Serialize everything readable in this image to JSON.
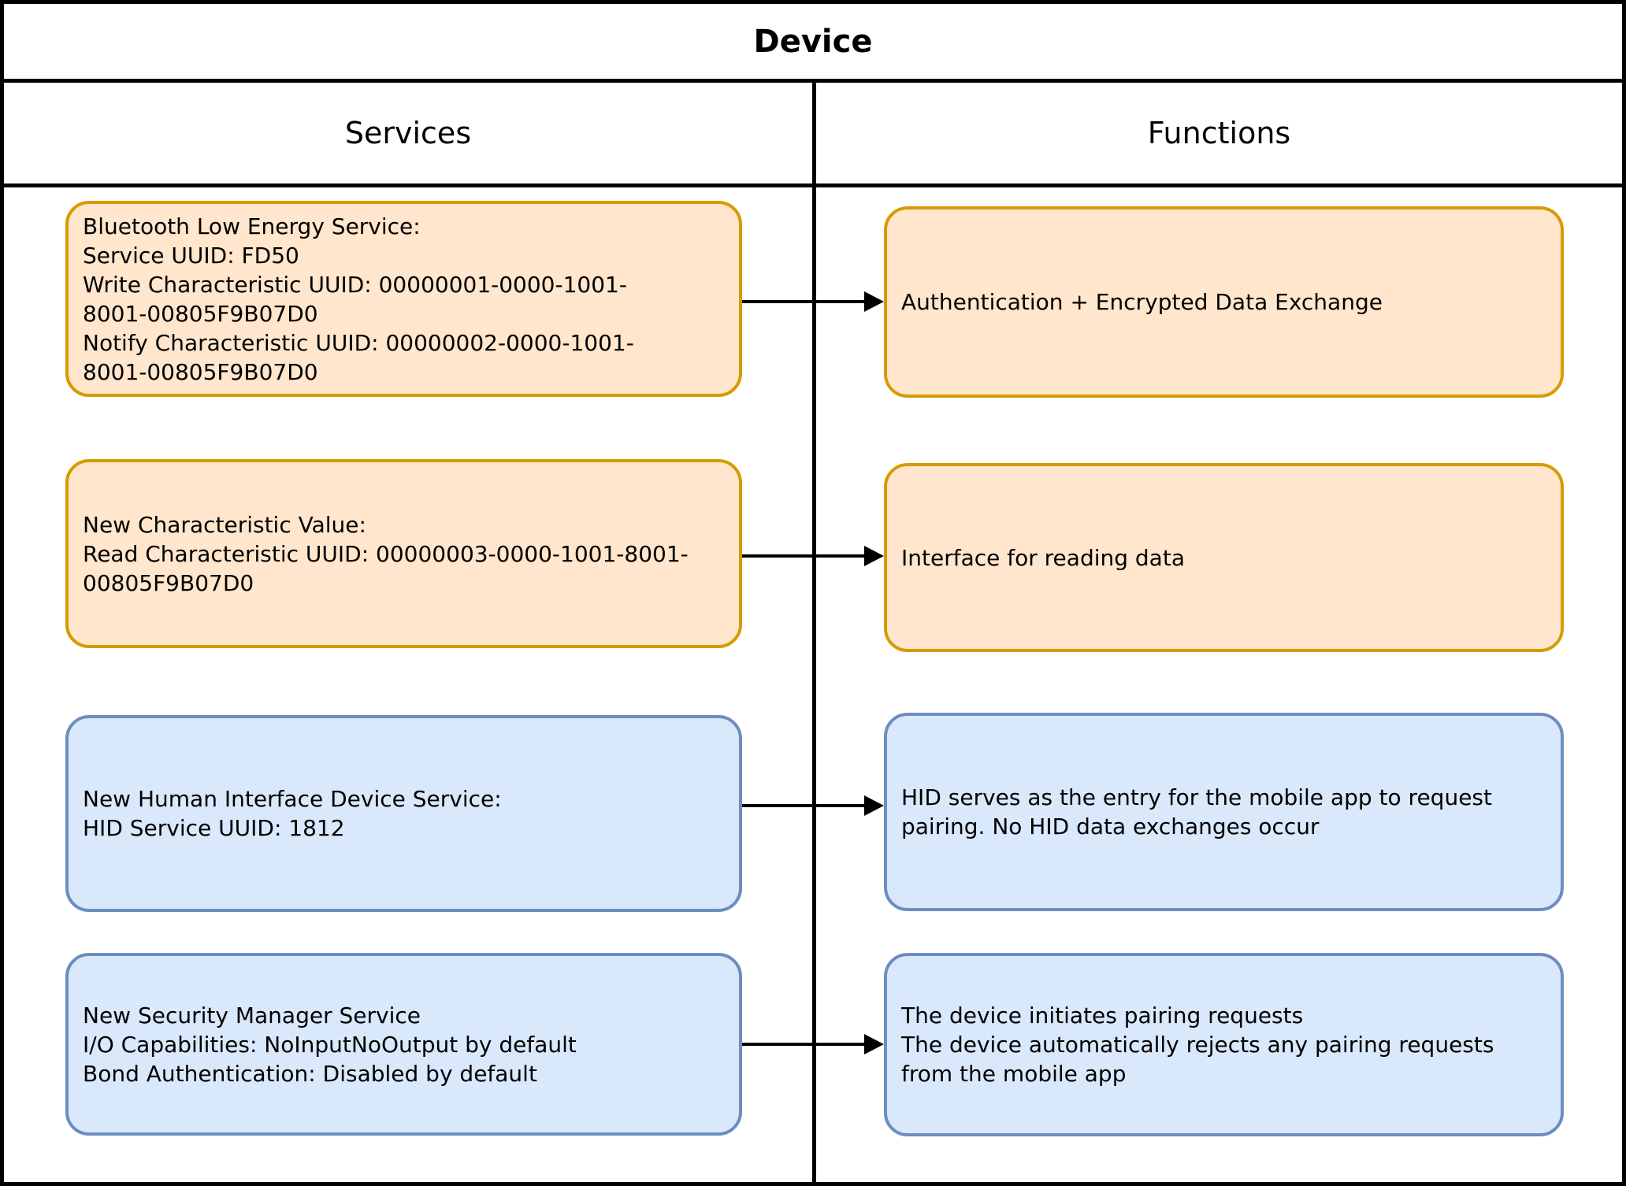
{
  "diagram": {
    "title": "Device",
    "column_headers": {
      "services": "Services",
      "functions": "Functions"
    }
  },
  "rows": [
    {
      "theme": "orange",
      "service_lines": [
        "Bluetooth Low Energy Service:",
        "Service UUID: FD50",
        "Write Characteristic UUID: 00000001-0000-1001-",
        "8001-00805F9B07D0",
        "Notify Characteristic UUID: 00000002-0000-1001-",
        "8001-00805F9B07D0"
      ],
      "function_lines": [
        "Authentication + Encrypted Data Exchange"
      ]
    },
    {
      "theme": "orange",
      "service_lines": [
        "New Characteristic Value:",
        "Read Characteristic UUID: 00000003-0000-1001-8001-",
        "00805F9B07D0"
      ],
      "function_lines": [
        "Interface for reading data"
      ]
    },
    {
      "theme": "blue",
      "service_lines": [
        "New Human Interface Device Service:",
        "HID Service UUID: 1812"
      ],
      "function_lines": [
        "HID serves as the entry for the mobile app to request",
        "pairing. No HID data exchanges occur"
      ]
    },
    {
      "theme": "blue",
      "service_lines": [
        "New Security Manager Service",
        "I/O Capabilities: NoInputNoOutput by default",
        "Bond Authentication: Disabled by default"
      ],
      "function_lines": [
        "The device initiates pairing requests",
        "The device automatically rejects any pairing requests",
        "from the mobile app"
      ]
    }
  ],
  "colors": {
    "orange_fill": "#FFE6CC",
    "orange_stroke": "#D79B00",
    "blue_fill": "#DAE8FC",
    "blue_stroke": "#6C8EBF",
    "table_line": "#000000",
    "background": "#FFFFFF",
    "text": "#000000"
  }
}
